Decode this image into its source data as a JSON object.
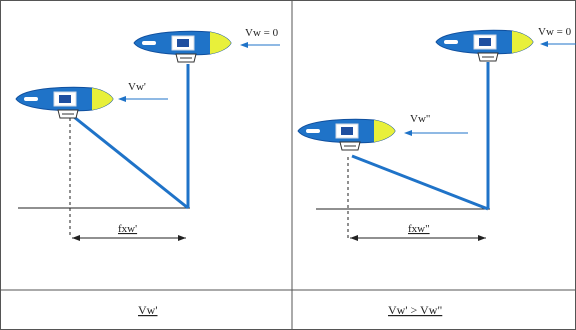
{
  "panels": [
    {
      "id": "left",
      "boat_top_label": "Vw = 0",
      "boat_mid_label": "Vw'",
      "offset_label": "fxw'",
      "caption": "Vw'"
    },
    {
      "id": "right",
      "boat_top_label": "Vw = 0",
      "boat_mid_label": "Vw\"",
      "offset_label": "fxw\"",
      "caption": "Vw' > Vw\""
    }
  ],
  "colors": {
    "hull": "#1f73c8",
    "hull_dark": "#0f4f9e",
    "nose": "#e8f03a",
    "line": "#1f73c8",
    "border": "#555555"
  }
}
